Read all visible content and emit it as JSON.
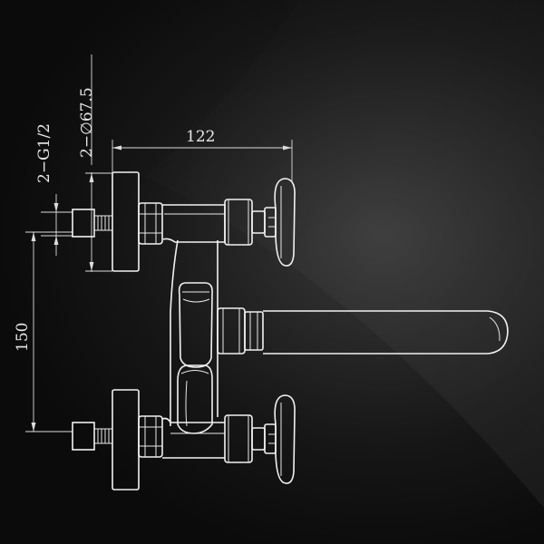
{
  "drawing": {
    "dim_width": "122",
    "dim_height": "150",
    "dim_diameter": "2−∅67.5",
    "dim_thread": "2−G1/2"
  },
  "colors": {
    "background": "#1a1a1a",
    "line": "#f2f2f2"
  }
}
